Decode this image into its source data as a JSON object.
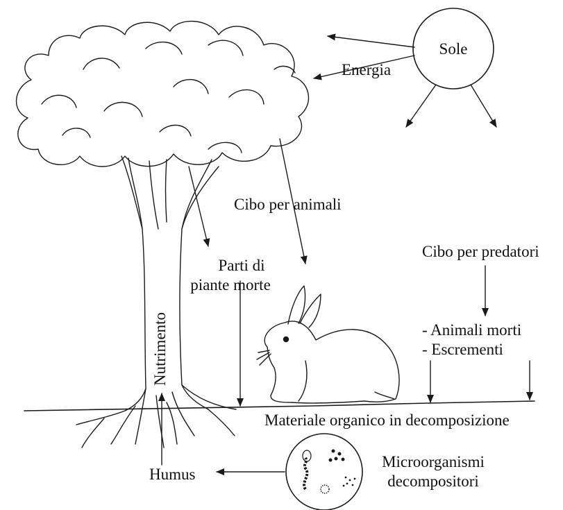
{
  "labels": {
    "sun": "Sole",
    "energy": "Energia",
    "food_for_animals": "Cibo per animali",
    "dead_plants_line1": "Parti di",
    "dead_plants_line2": "piante morte",
    "food_for_predators": "Cibo per predatori",
    "dead_animals": "- Animali morti",
    "excrements": "- Escrementi",
    "nutrition": "Nutrimento",
    "organic_matter": "Materiale organico in decomposizione",
    "humus": "Humus",
    "microorganisms_line1": "Microorganismi",
    "microorganisms_line2": "decompositori"
  },
  "colors": {
    "ink": "#1a1a1a",
    "background": "#ffffff"
  }
}
